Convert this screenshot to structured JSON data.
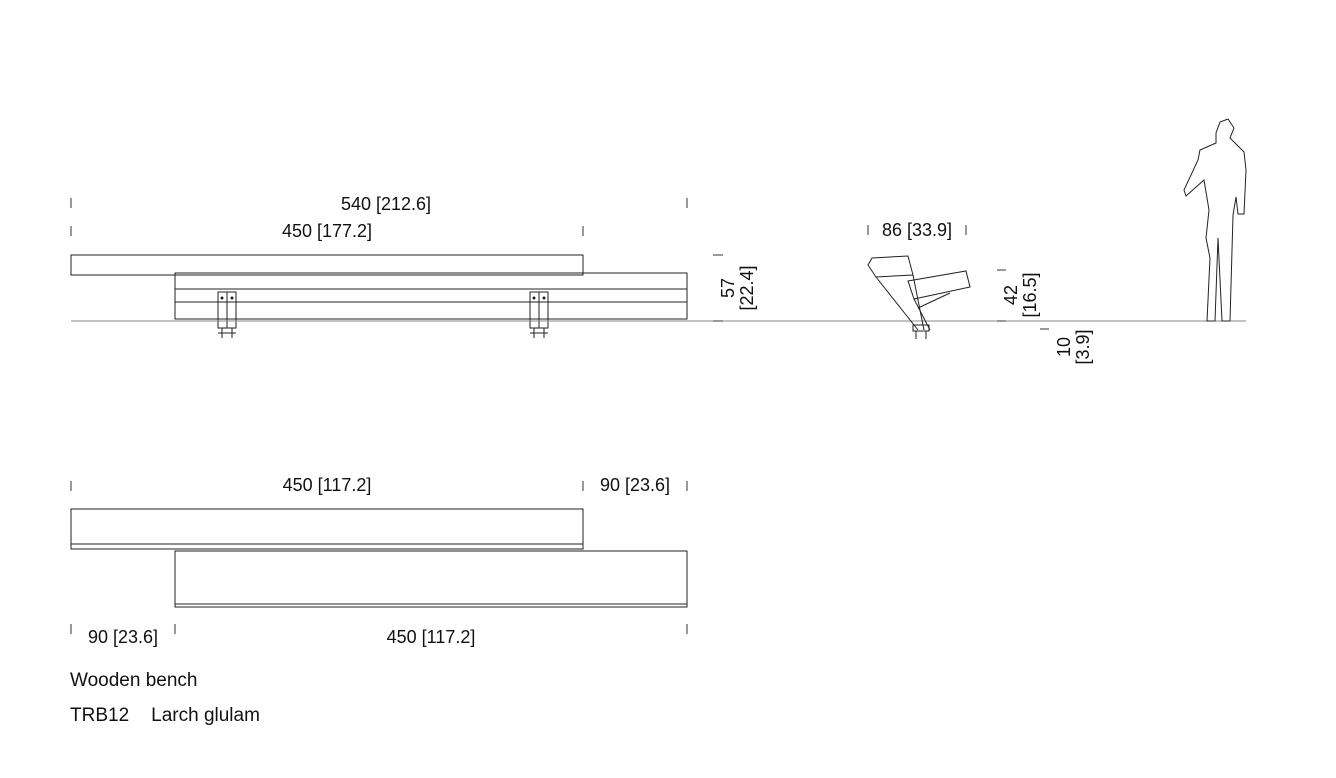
{
  "dimensions": {
    "elevation_total": "540 [212.6]",
    "elevation_seat": "450 [177.2]",
    "elevation_height_mm": "57",
    "elevation_height_in": "[22.4]",
    "side_depth": "86 [33.9]",
    "side_seat_height_mm": "42",
    "side_seat_height_in": "[16.5]",
    "side_foot_mm": "10",
    "side_foot_in": "[3.9]",
    "plan_top_length": "450 [117.2]",
    "plan_top_offset": "90 [23.6]",
    "plan_bottom_offset": "90 [23.6]",
    "plan_bottom_length": "450 [117.2]"
  },
  "caption": {
    "title": "Wooden bench",
    "code": "TRB12",
    "material": "Larch glulam"
  }
}
